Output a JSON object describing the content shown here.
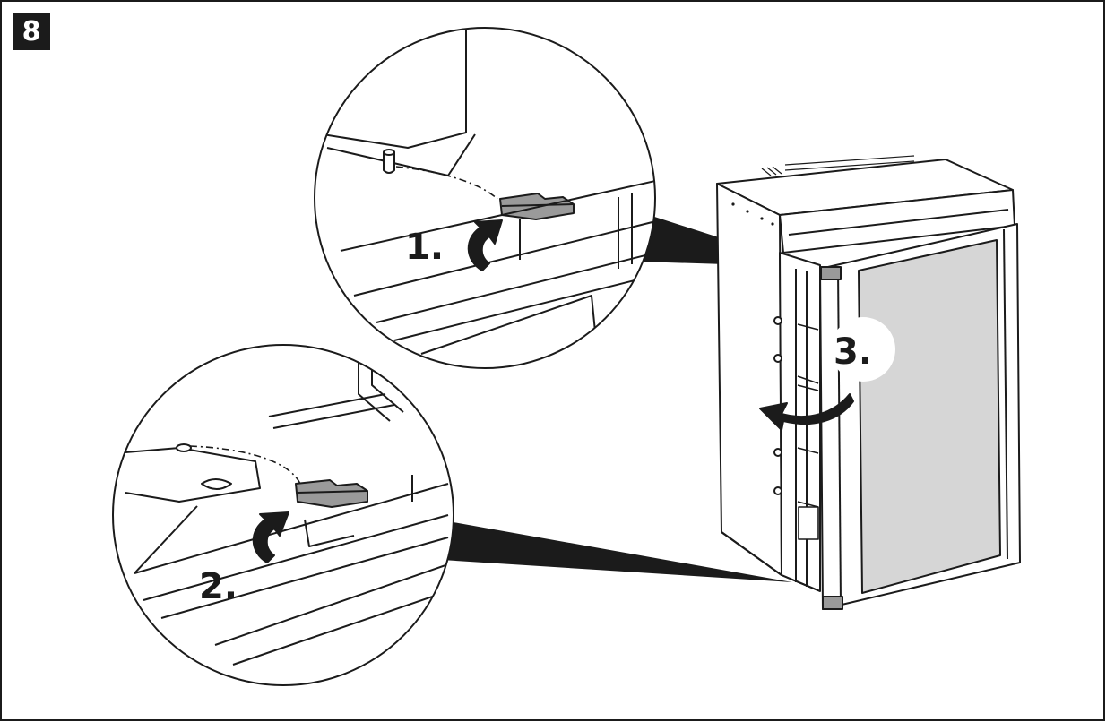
{
  "figure": {
    "step_number": "8",
    "callouts": {
      "one": "1.",
      "two": "2.",
      "three": "3."
    }
  },
  "colors": {
    "ink": "#1b1b1b",
    "door_fill": "#d6d6d6",
    "hinge_fill": "#9a9a9a",
    "background": "#ffffff"
  }
}
